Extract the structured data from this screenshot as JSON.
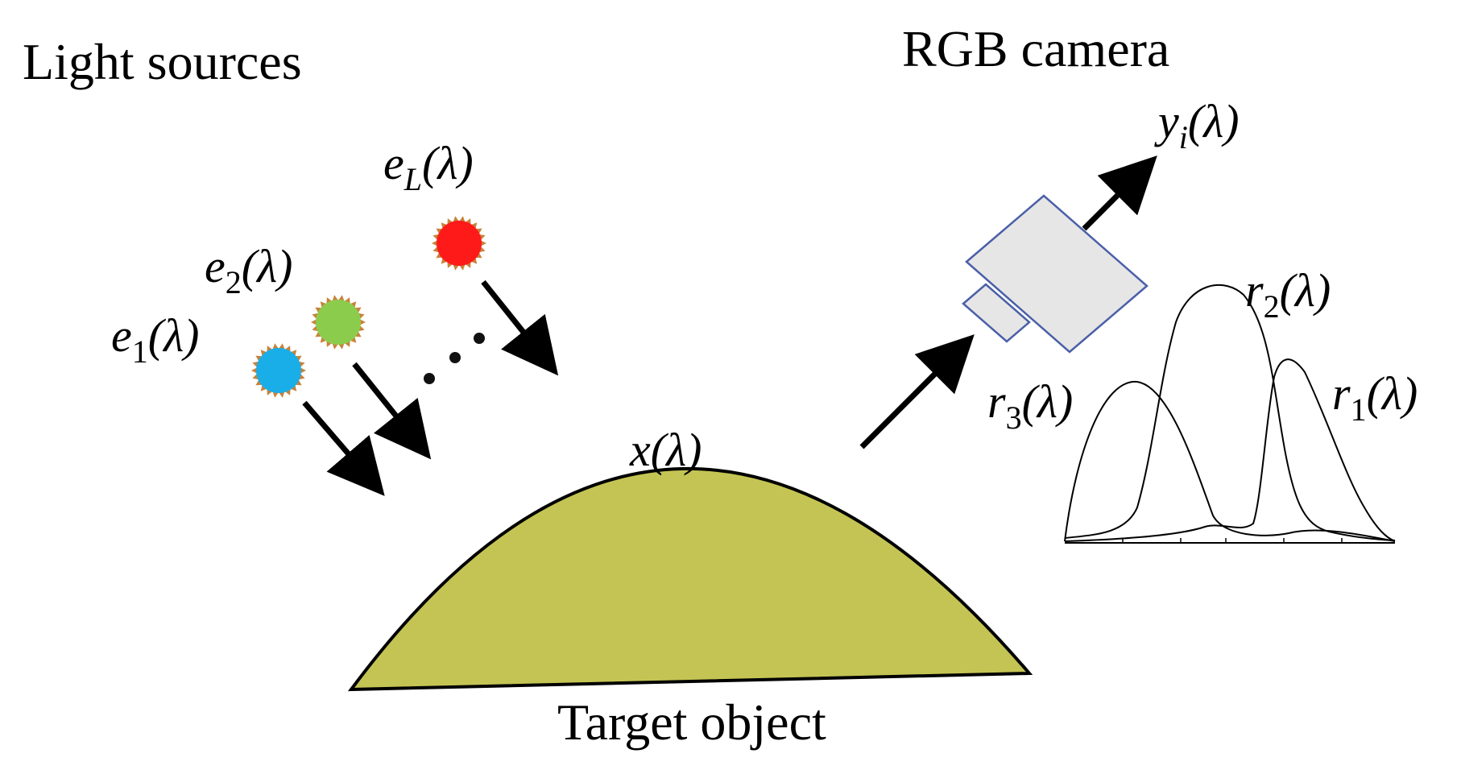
{
  "labels": {
    "light_sources": "Light sources",
    "rgb_camera": "RGB camera",
    "target_object": "Target object",
    "ellipsis": "· · ·"
  },
  "formulas": {
    "e1": {
      "base": "e",
      "sub": "1",
      "arg": "(λ)"
    },
    "e2": {
      "base": "e",
      "sub": "2",
      "arg": "(λ)"
    },
    "eL": {
      "base": "e",
      "sub": "L",
      "arg": "(λ)"
    },
    "x": {
      "base": "x",
      "sub": "",
      "arg": "(λ)"
    },
    "yi": {
      "base": "y",
      "sub": "i",
      "arg": "(λ)"
    },
    "r1": {
      "base": "r",
      "sub": "1",
      "arg": "(λ)"
    },
    "r2": {
      "base": "r",
      "sub": "2",
      "arg": "(λ)"
    },
    "r3": {
      "base": "r",
      "sub": "3",
      "arg": "(λ)"
    }
  },
  "colors": {
    "light_1": "#1aaee8",
    "light_2": "#8ccc4c",
    "light_L": "#ff1a1a",
    "light_rim": "#c8823a",
    "object_fill": "#c4c454",
    "camera_fill": "#e6e6e6",
    "camera_stroke": "#4a5fa8"
  }
}
